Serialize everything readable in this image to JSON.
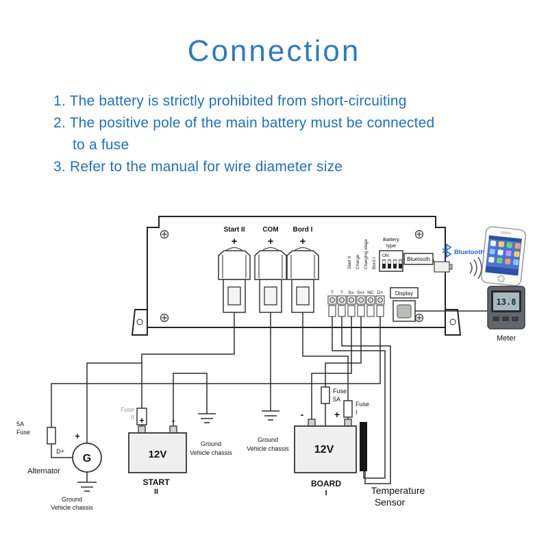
{
  "title": "Connection",
  "instructions": {
    "line1": "1. The battery is strictly prohibited from short-circuiting",
    "line2": "2. The positive pole of the main battery must be connected",
    "line2_cont": "to a fuse",
    "line3": "3. Refer to the manual for wire diameter size"
  },
  "device": {
    "terminals": {
      "start": {
        "label": "Start II",
        "sign": "+"
      },
      "com": {
        "label": "COM",
        "sign": "+"
      },
      "bord": {
        "label": "Bord I",
        "sign": "+"
      }
    },
    "dip": {
      "rotated_labels": {
        "l1": "Start II",
        "l2": "Charge",
        "l3": "Charging stage",
        "l4": "Bord I"
      },
      "battery_type_line1": "Battery",
      "battery_type_line2": "type",
      "on": "ON"
    },
    "bluetooth_port_label": "Bluetooth",
    "display_port_label": "Display",
    "strip_labels": {
      "t1": "T",
      "t2": "T",
      "ssm": "Ss-",
      "ssp": "Ss+",
      "nc": "NC",
      "dp": "D+"
    }
  },
  "peripherals": {
    "bluetooth_word": "Bluetooth",
    "meter_label": "Meter",
    "meter_reading": "13.8"
  },
  "circuit": {
    "fuse_left_line1": "5A",
    "fuse_left_line2": "Fuse",
    "d_plus": "D+",
    "alt_plus": "+",
    "alternator_g": "G",
    "alternator_label": "Alternator",
    "ground_alt": {
      "line1": "Ground",
      "line2": "Vehicle chassis"
    },
    "fuse2_line1": "Fuse",
    "fuse2_line2": "II",
    "battery_start": {
      "v": "12V",
      "plus": "+",
      "minus": "-",
      "name": "START",
      "num": "II"
    },
    "ground_mid1": {
      "line1": "Ground",
      "line2": "Vehicle chassis"
    },
    "ground_mid2": {
      "line1": "Ground",
      "line2": "Vehicle chassis"
    },
    "fuse5a_line1": "Fuse",
    "fuse5a_line2": "5A",
    "fuse1_line1": "Fuse",
    "fuse1_line2": "I",
    "battery_board": {
      "v": "12V",
      "plus": "+",
      "minus": "-",
      "name": "BOARD",
      "num": "I"
    },
    "temp_line1": "Temperature",
    "temp_line2": "Sensor"
  }
}
